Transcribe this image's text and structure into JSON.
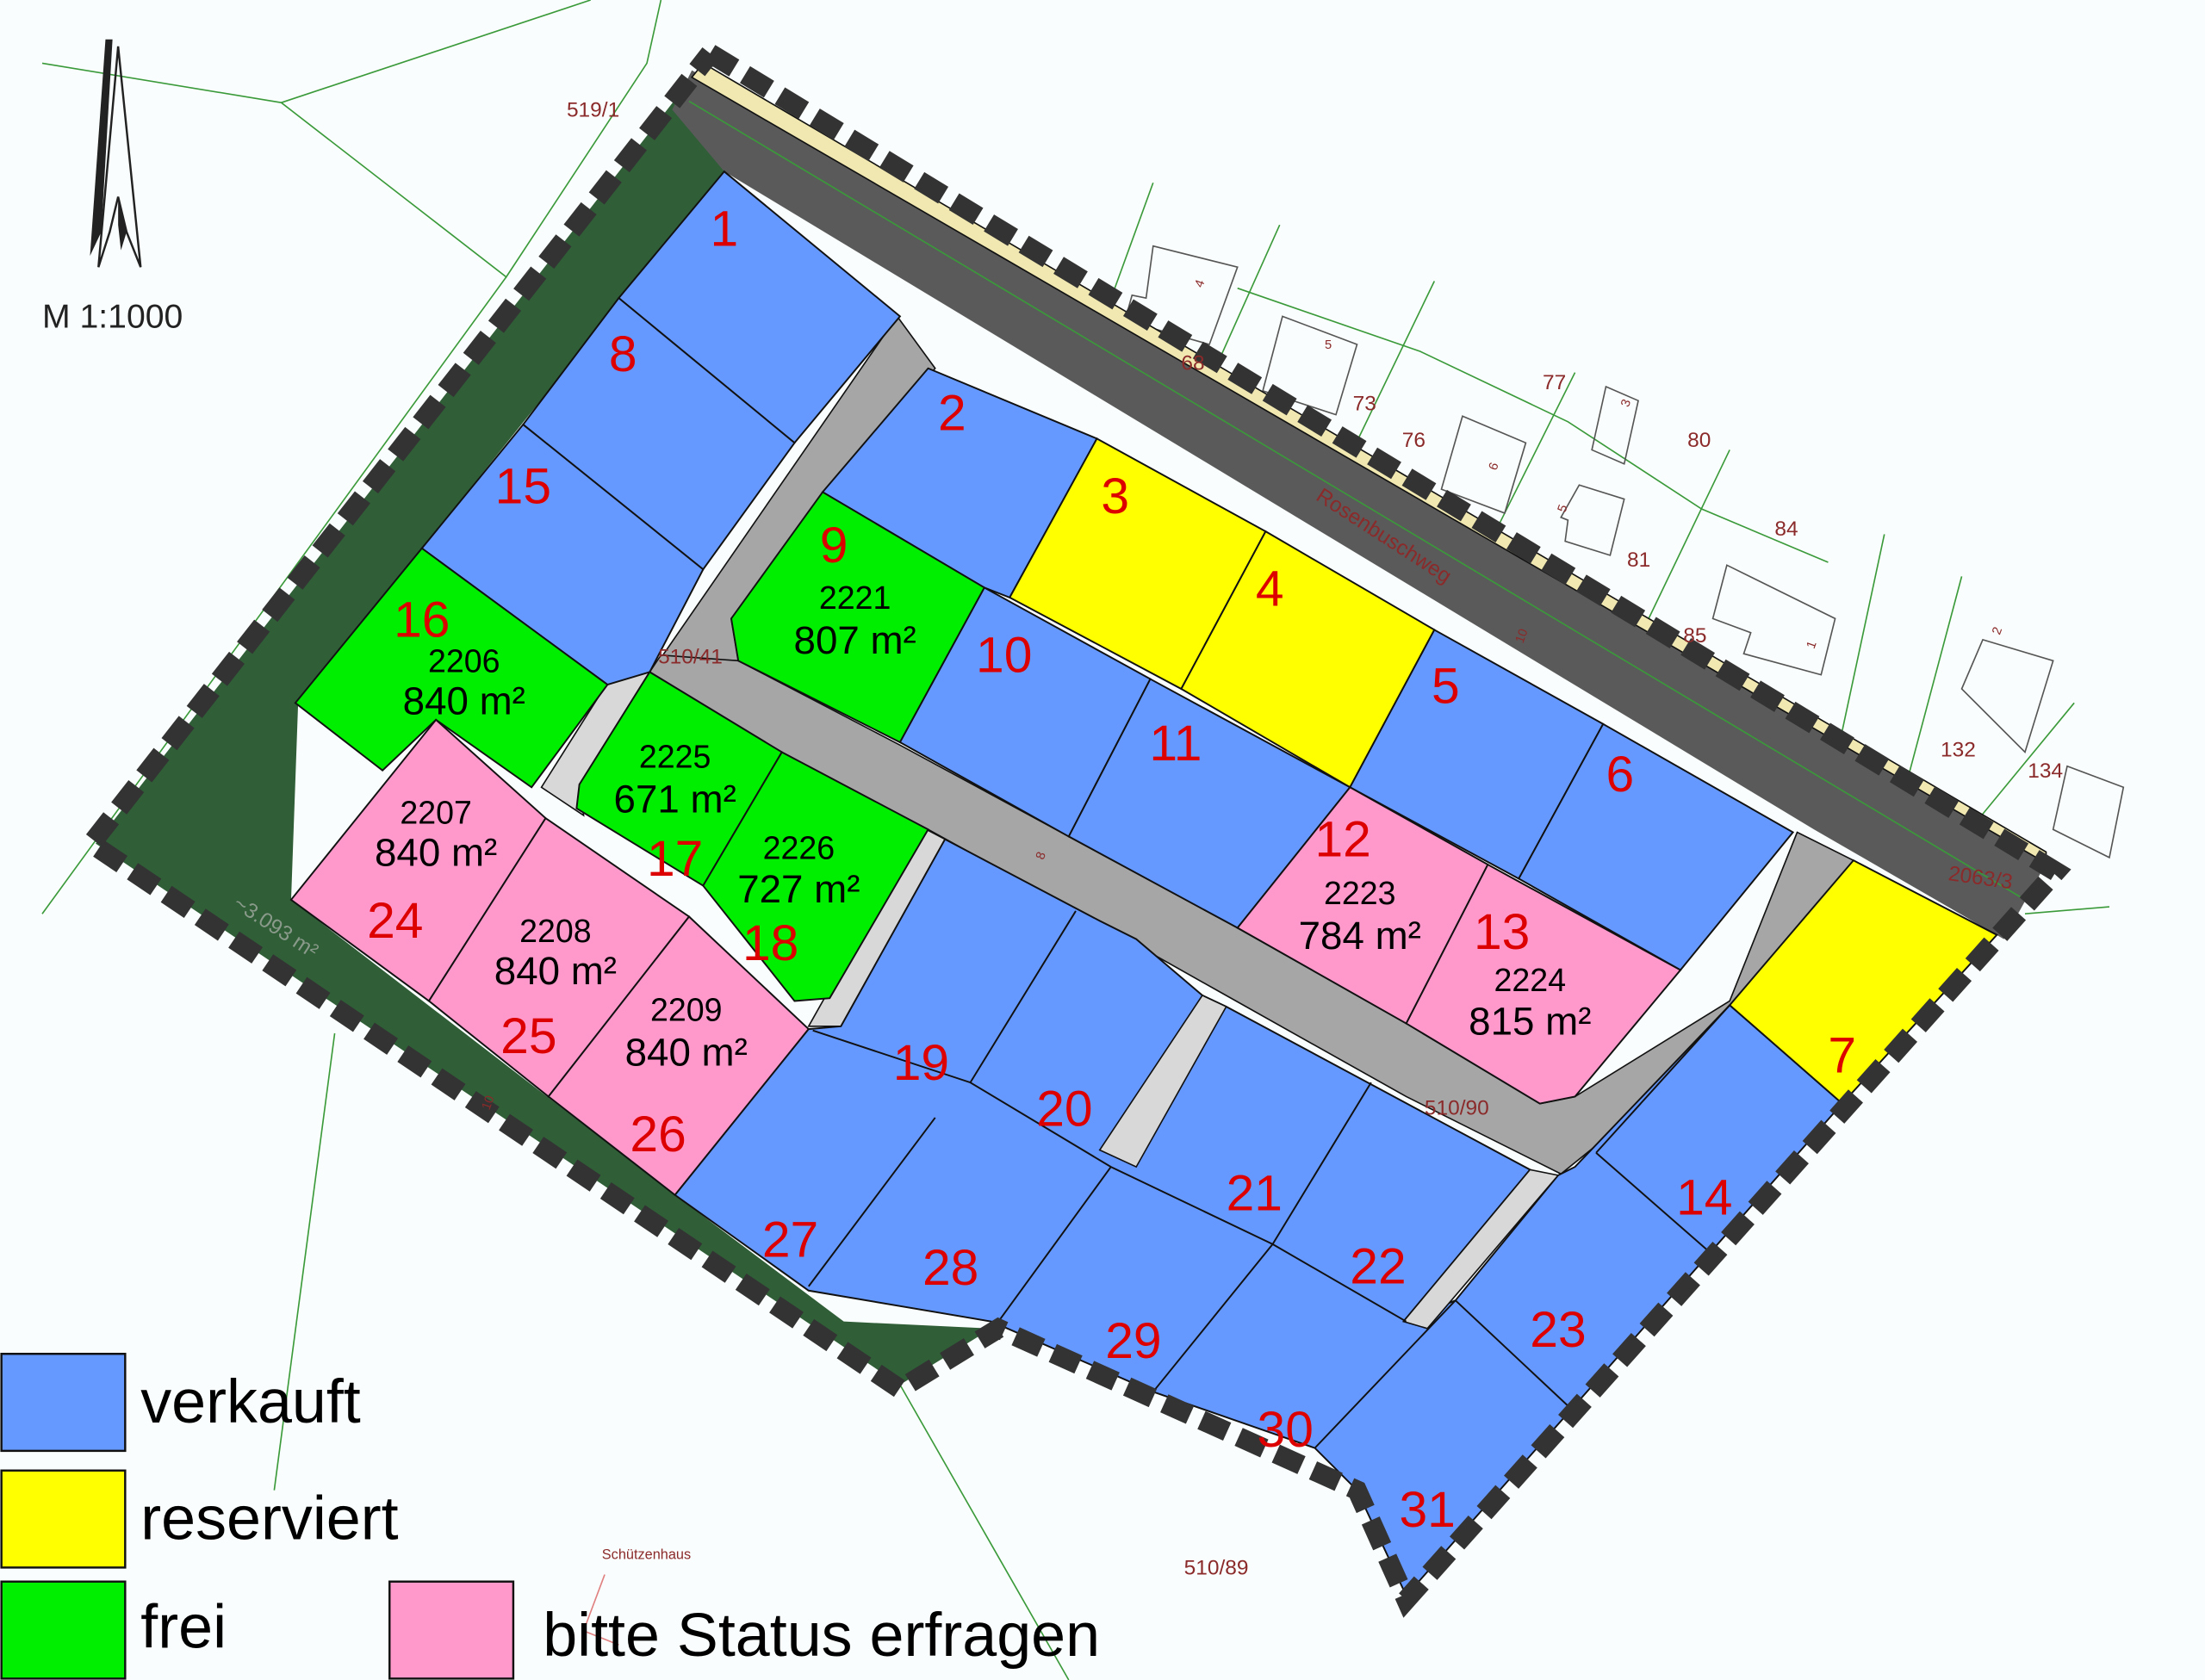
{
  "map": {
    "scale": "M 1:1000",
    "street_name": "Rosenbuschweg",
    "green_area_label": "~3.093 m²",
    "cadastral_labels": [
      "519/1",
      "510/41",
      "510/90",
      "510/89",
      "2063/3",
      "68",
      "73",
      "76",
      "77",
      "80",
      "84",
      "81",
      "85",
      "132",
      "134"
    ],
    "landmark": "Schützenhaus",
    "dimension_labels": [
      "10",
      "8",
      "10"
    ],
    "house_numbers": [
      "4",
      "5",
      "6",
      "3",
      "5",
      "1",
      "2"
    ]
  },
  "colors": {
    "verkauft": "#6699ff",
    "reserviert": "#ffff00",
    "frei": "#00ee00",
    "status_erfragen": "#ff99cc",
    "green_strip": "#2f5e37",
    "road": "#5a5a5a",
    "inner_road": "#a6a6a6"
  },
  "legend": [
    {
      "status": "verkauft",
      "label": "verkauft"
    },
    {
      "status": "reserviert",
      "label": "reserviert"
    },
    {
      "status": "frei",
      "label": "frei"
    },
    {
      "status": "status_erfragen",
      "label": "bitte Status erfragen"
    }
  ],
  "lots": [
    {
      "number": "1",
      "status": "verkauft"
    },
    {
      "number": "2",
      "status": "verkauft"
    },
    {
      "number": "3",
      "status": "reserviert"
    },
    {
      "number": "4",
      "status": "reserviert"
    },
    {
      "number": "5",
      "status": "verkauft"
    },
    {
      "number": "6",
      "status": "verkauft"
    },
    {
      "number": "7",
      "status": "reserviert"
    },
    {
      "number": "8",
      "status": "verkauft"
    },
    {
      "number": "9",
      "status": "frei",
      "parcel": "2221",
      "area": "807 m²"
    },
    {
      "number": "10",
      "status": "verkauft"
    },
    {
      "number": "11",
      "status": "verkauft"
    },
    {
      "number": "12",
      "status": "status_erfragen",
      "parcel": "2223",
      "area": "784 m²"
    },
    {
      "number": "13",
      "status": "status_erfragen",
      "parcel": "2224",
      "area": "815 m²"
    },
    {
      "number": "14",
      "status": "verkauft"
    },
    {
      "number": "15",
      "status": "verkauft"
    },
    {
      "number": "16",
      "status": "frei",
      "parcel": "2206",
      "area": "840 m²"
    },
    {
      "number": "17",
      "status": "frei",
      "parcel": "2225",
      "area": "671 m²"
    },
    {
      "number": "18",
      "status": "frei",
      "parcel": "2226",
      "area": "727 m²"
    },
    {
      "number": "19",
      "status": "verkauft"
    },
    {
      "number": "20",
      "status": "verkauft"
    },
    {
      "number": "21",
      "status": "verkauft"
    },
    {
      "number": "22",
      "status": "verkauft"
    },
    {
      "number": "23",
      "status": "verkauft"
    },
    {
      "number": "24",
      "status": "status_erfragen",
      "parcel": "2207",
      "area": "840 m²"
    },
    {
      "number": "25",
      "status": "status_erfragen",
      "parcel": "2208",
      "area": "840 m²"
    },
    {
      "number": "26",
      "status": "status_erfragen",
      "parcel": "2209",
      "area": "840 m²"
    },
    {
      "number": "27",
      "status": "verkauft"
    },
    {
      "number": "28",
      "status": "verkauft"
    },
    {
      "number": "29",
      "status": "verkauft"
    },
    {
      "number": "30",
      "status": "verkauft"
    },
    {
      "number": "31",
      "status": "verkauft"
    }
  ]
}
